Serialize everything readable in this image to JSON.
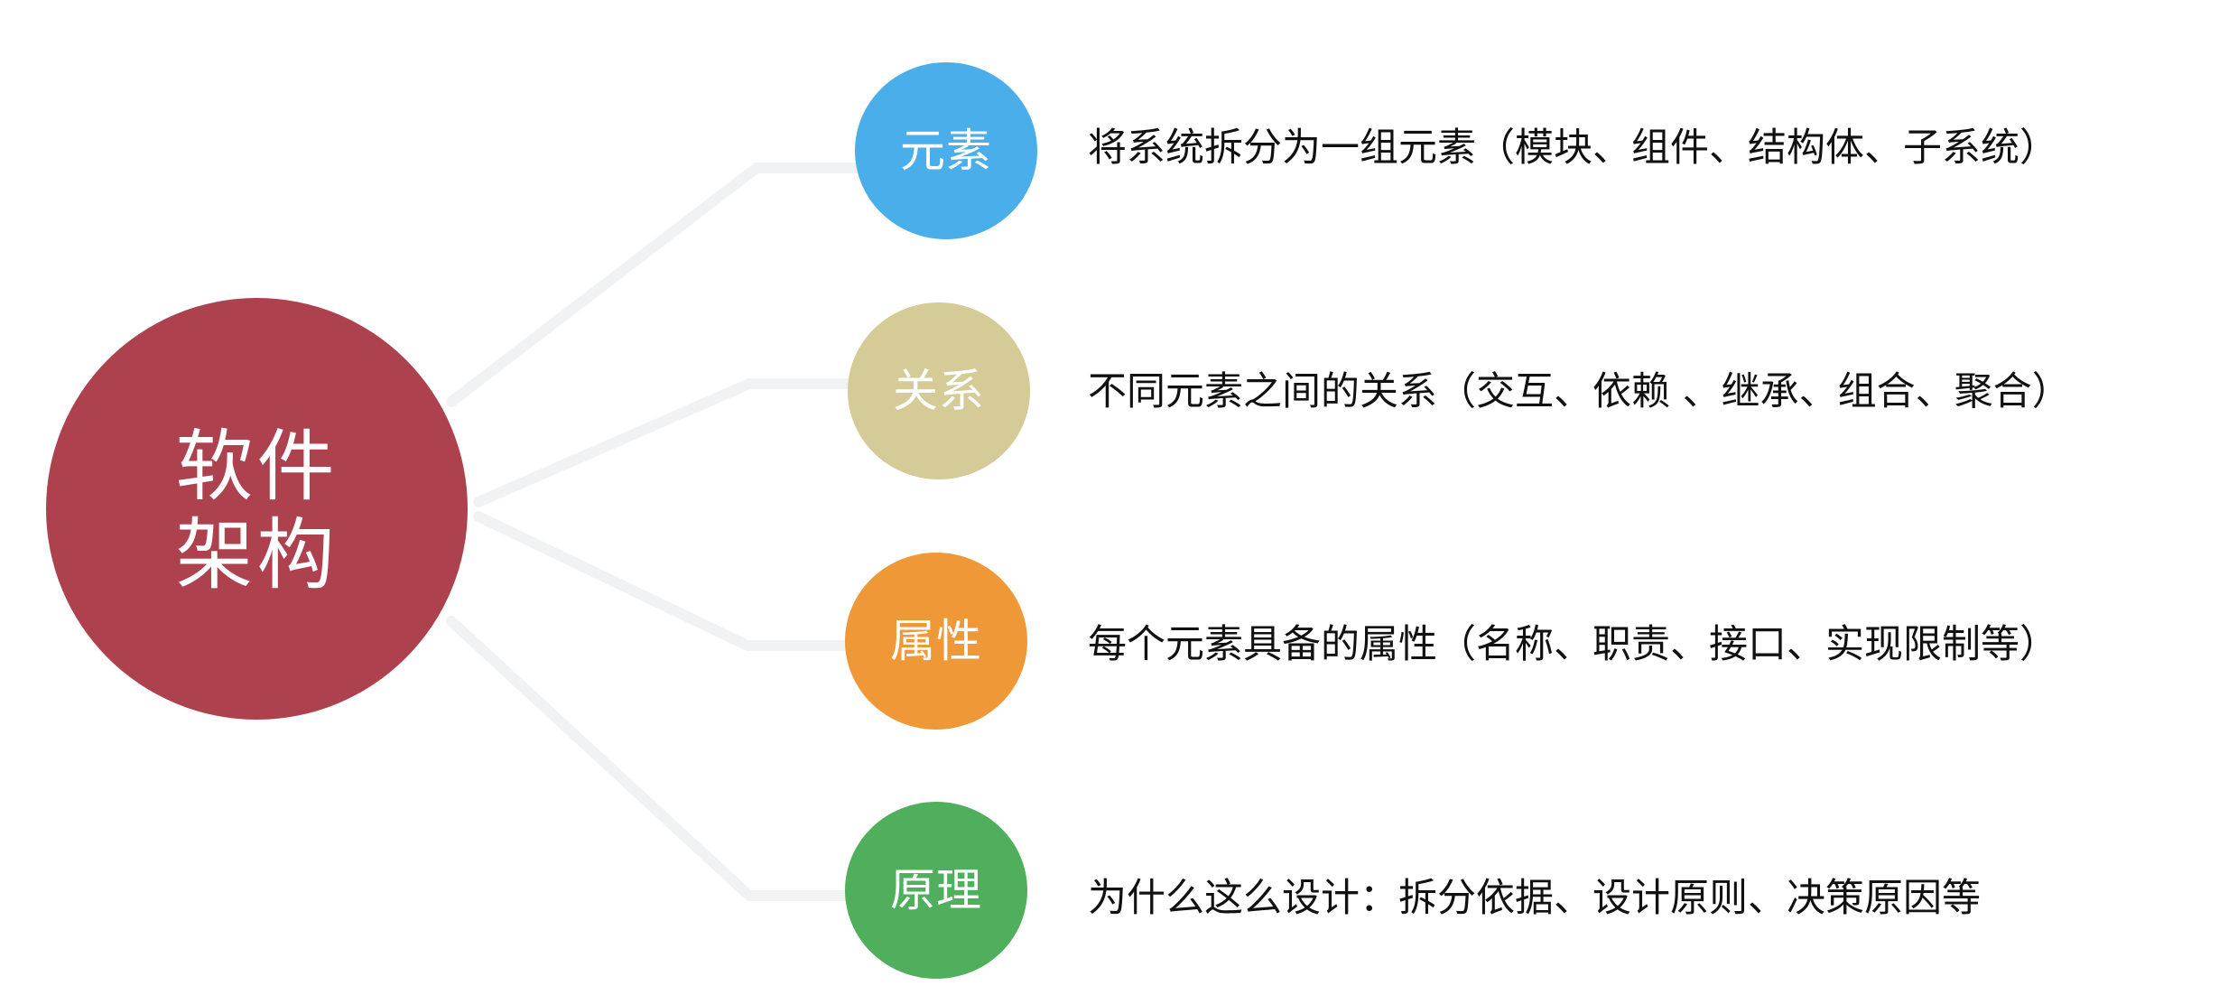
{
  "center": {
    "label": "软件\n架构",
    "color": "#ae414e"
  },
  "items": [
    {
      "label": "元素",
      "color": "#4aaeea",
      "description": "将系统拆分为一组元素（模块、组件、结构体、子系统）"
    },
    {
      "label": "关系",
      "color": "#d4cb96",
      "description": "不同元素之间的关系（交互、依赖 、继承、组合、聚合）"
    },
    {
      "label": "属性",
      "color": "#ef9837",
      "description": "每个元素具备的属性（名称、职责、接口、实现限制等）"
    },
    {
      "label": "原理",
      "color": "#4faf5c",
      "description": "为什么这么设计：拆分依据、设计原则、决策原因等"
    }
  ],
  "connector_color": "#f1f2f3"
}
